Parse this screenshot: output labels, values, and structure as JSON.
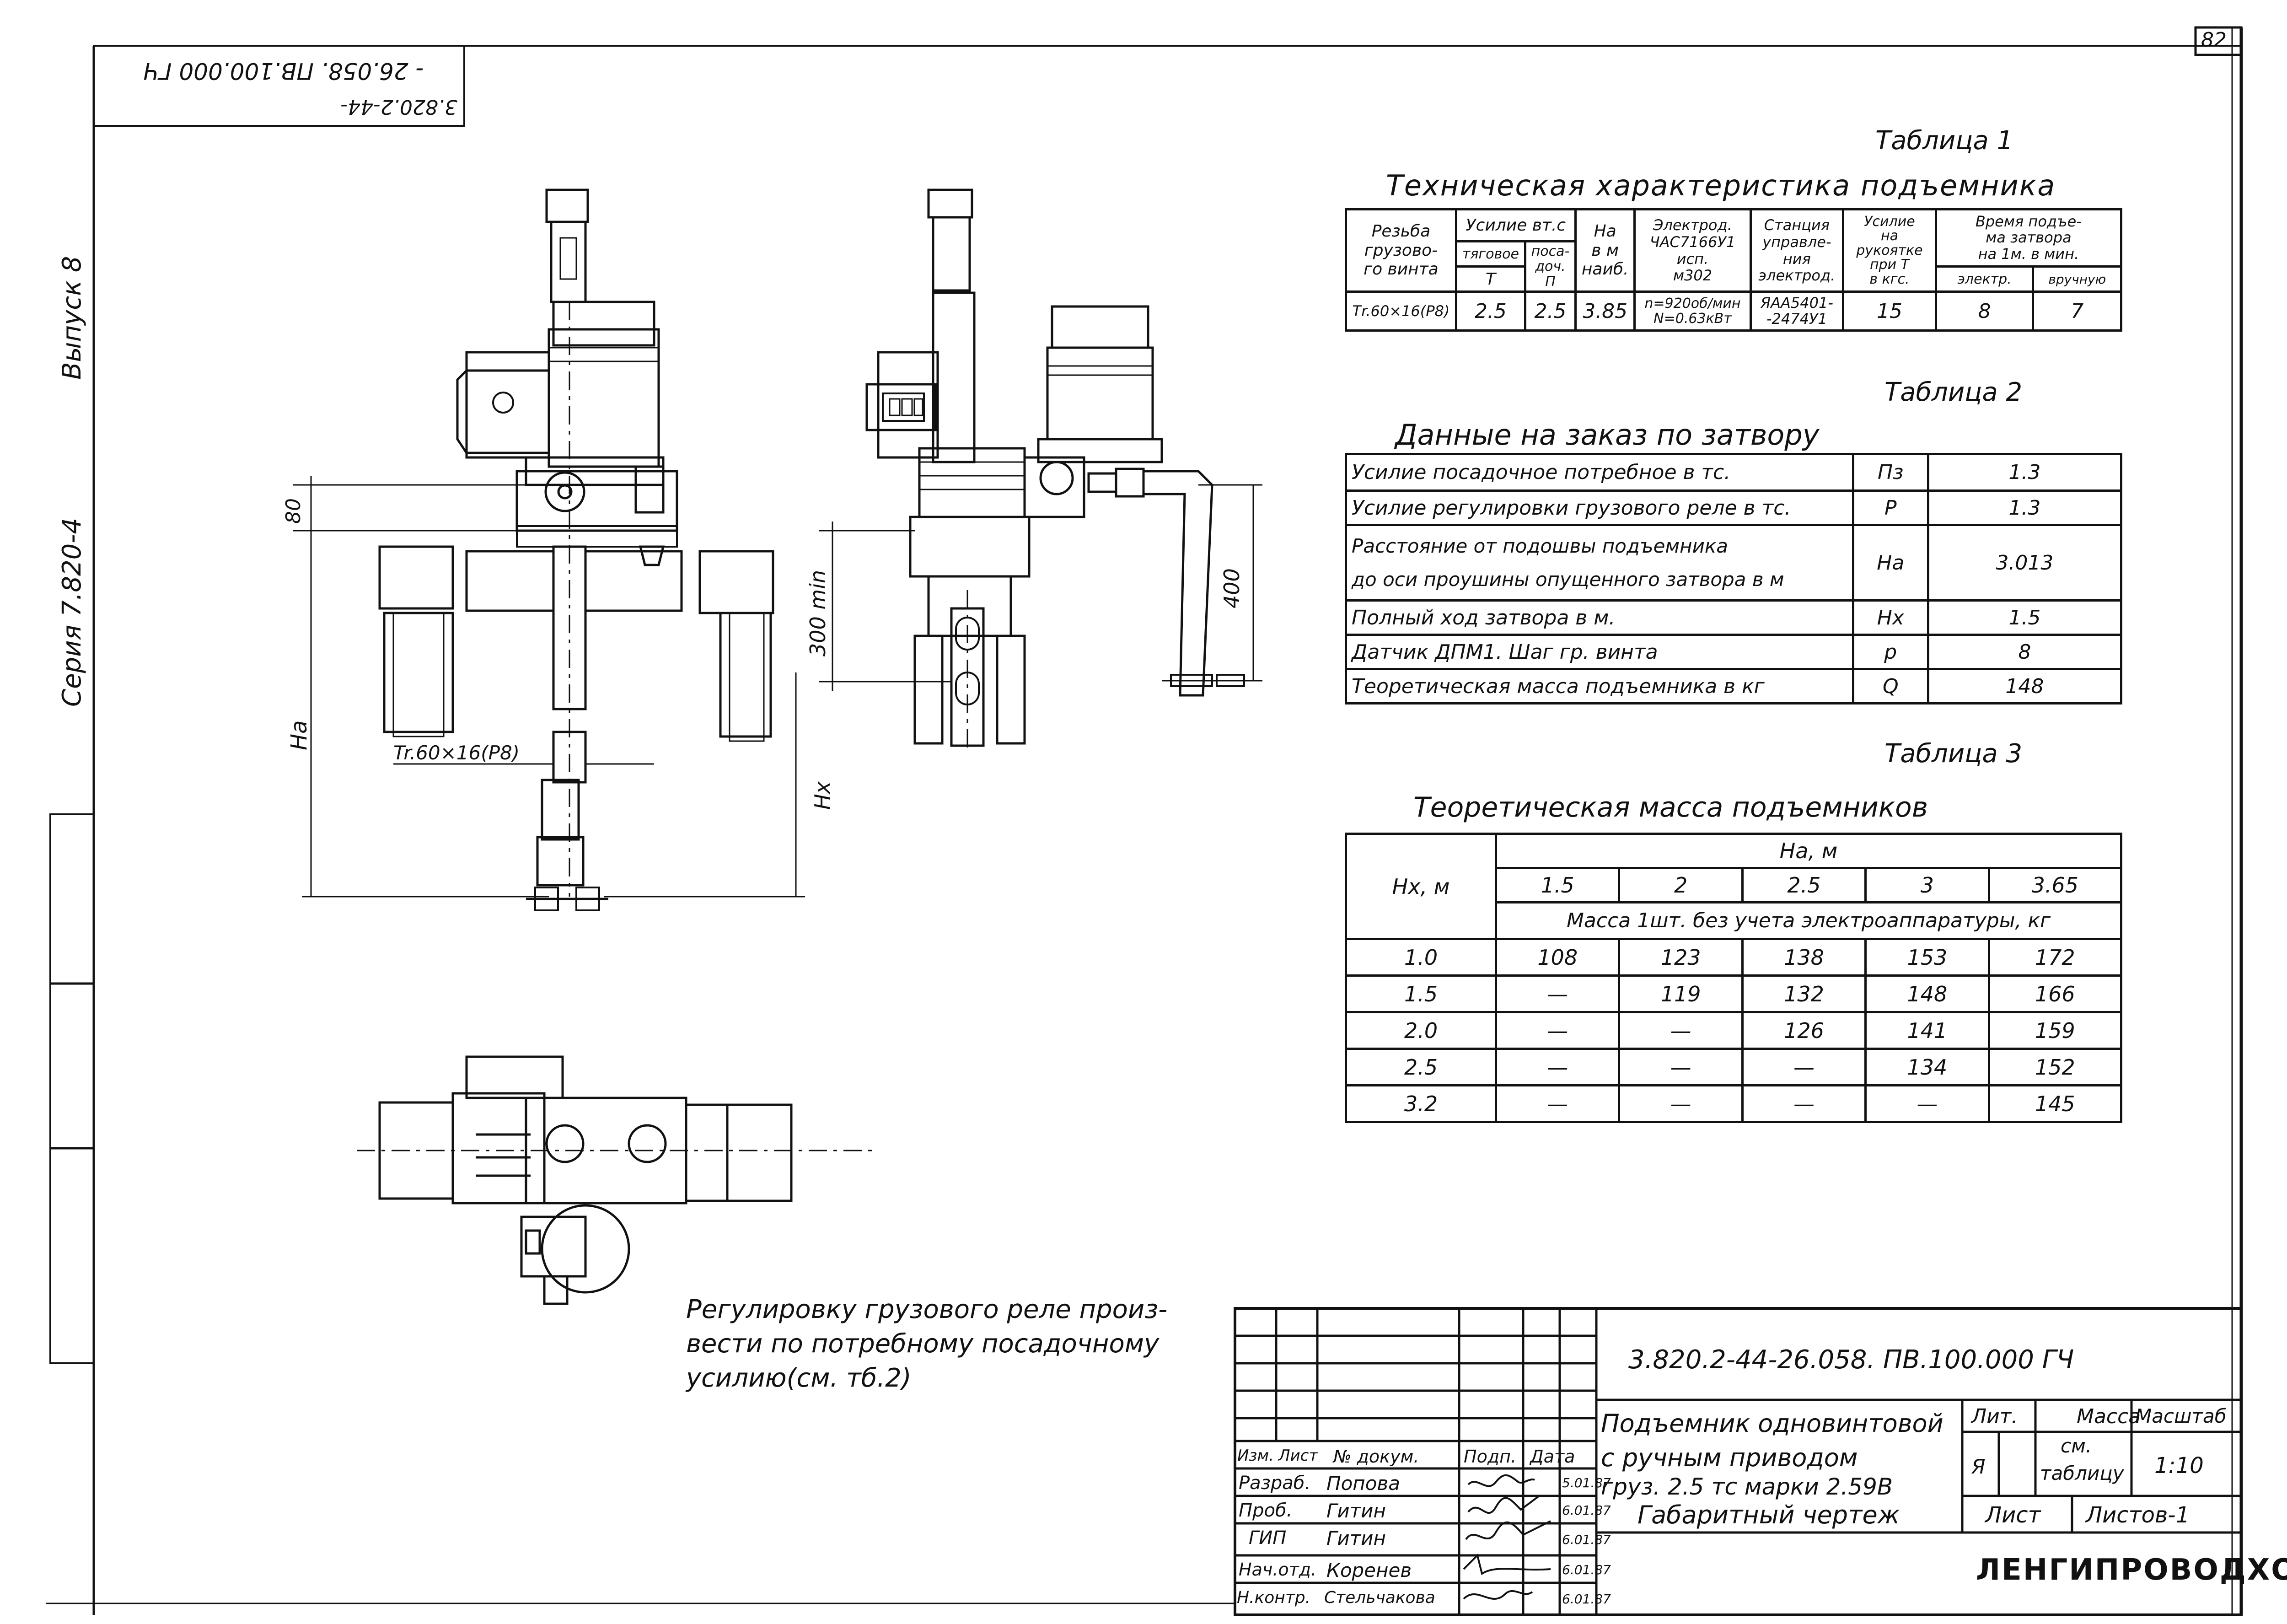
{
  "sheet": {
    "page_number": "82",
    "top_left_stamp_1": "- 26.058. ПВ.100.000 ГЧ",
    "top_left_stamp_2": "3.820.2-44-",
    "side_issue": "Выпуск 8",
    "side_series": "Серия 7.820-4"
  },
  "drawing": {
    "dim_80": "80",
    "dim_ha": "Ha",
    "dim_thread": "Tr.60×16(P8)",
    "dim_300": "300 min",
    "dim_400": "400",
    "dim_hx": "Hx",
    "note_1": "Регулировку грузового реле произ-",
    "note_2": "вести по потребному посадочному",
    "note_3": "усилию(см. тб.2)"
  },
  "table1": {
    "label": "Таблица 1",
    "title": "Техническая характеристика подъемника",
    "h_thread": [
      "Резьба",
      "грузово-",
      "го винта"
    ],
    "h_force": "Усилие вт.с",
    "h_tension": "тяговое",
    "h_tension_sym": "Т",
    "h_landing": [
      "поса-",
      "доч."
    ],
    "h_landing_sym": "П",
    "h_ha": [
      "Ha",
      "в м",
      "наиб."
    ],
    "h_motor": [
      "Электрод.",
      "ЧАС7166У1",
      "исп.",
      "м302"
    ],
    "h_station": [
      "Станция",
      "управле-",
      "ния",
      "электрод."
    ],
    "h_handle": [
      "Усилие",
      "на",
      "рукоятке",
      "при Т",
      "в кгс."
    ],
    "h_time": [
      "Время подъе-",
      "ма затвора",
      "на 1м. в мин."
    ],
    "h_time_elec": "электр.",
    "h_time_manual": "вручную",
    "row": {
      "thread": "Тr.60×16(Р8)",
      "tension": "2.5",
      "landing": "2.5",
      "ha": "3.85",
      "motor": [
        "n=920об/мин",
        "N=0.63кВт"
      ],
      "station": [
        "ЯАА5401-",
        "-2474У1"
      ],
      "handle": "15",
      "time_elec": "8",
      "time_manual": "7"
    }
  },
  "table2": {
    "label": "Таблица 2",
    "title": "Данные на заказ по затвору",
    "rows": [
      {
        "name": "Усилие посадочное потребное в тс.",
        "sym": "Пз",
        "val": "1.3"
      },
      {
        "name": "Усилие регулировки грузового реле в тс.",
        "sym": "Р",
        "val": "1.3"
      },
      {
        "name": "Расстояние от подошвы подъемника до оси проушины опущенного затвора в м",
        "sym": "Ha",
        "val": "3.013"
      },
      {
        "name": "Полный ход затвора в м.",
        "sym": "Hx",
        "val": "1.5"
      },
      {
        "name": "Датчик ДПМ1. Шаг гр. винта",
        "sym": "p",
        "val": "8"
      },
      {
        "name": "Теоретическая масса подъемника в кг",
        "sym": "Q",
        "val": "148"
      }
    ],
    "row3_line1": "Расстояние от подошвы подъемника",
    "row3_line2": "до оси проушины опущенного затвора в м"
  },
  "table3": {
    "label": "Таблица 3",
    "title": "Теоретическая масса подъемников",
    "h_hx": "Hx, м",
    "h_ha": "Ha, м",
    "ha_values": [
      "1.5",
      "2",
      "2.5",
      "3",
      "3.65"
    ],
    "mass_caption": "Масса 1шт. без учета электроаппаратуры, кг",
    "rows": [
      {
        "hx": "1.0",
        "v": [
          "108",
          "123",
          "138",
          "153",
          "172"
        ]
      },
      {
        "hx": "1.5",
        "v": [
          "—",
          "119",
          "132",
          "148",
          "166"
        ]
      },
      {
        "hx": "2.0",
        "v": [
          "—",
          "—",
          "126",
          "141",
          "159"
        ]
      },
      {
        "hx": "2.5",
        "v": [
          "—",
          "—",
          "—",
          "134",
          "152"
        ]
      },
      {
        "hx": "3.2",
        "v": [
          "—",
          "—",
          "—",
          "—",
          "145"
        ]
      }
    ]
  },
  "title_block": {
    "code": "3.820.2-44-26.058. ПВ.100.000 ГЧ",
    "h_izm": "Изм.",
    "h_list": "Лист",
    "h_doc": "№ докум.",
    "h_sign": "Подп.",
    "h_date": "Дата",
    "people": [
      {
        "role": "Разраб.",
        "name": "Попова",
        "date": "5.01.87"
      },
      {
        "role": "Проб.",
        "name": "Гитин",
        "date": "6.01.87"
      },
      {
        "role": "ГИП",
        "name": "Гитин",
        "date": "6.01.87"
      },
      {
        "role": "Нач.отд.",
        "name": "Коренев",
        "date": "6.01.87"
      },
      {
        "role": "Н.контр.",
        "name": "Стельчакова",
        "date": "6.01.87"
      }
    ],
    "name_1": "Подъемник одновинтовой",
    "name_2": "с ручным приводом",
    "name_3": "груз. 2.5 тс марки 2.59В",
    "name_4": "Габаритный чертеж",
    "lit": "Лит.",
    "mass": "Масса",
    "scale": "Масштаб",
    "lit_value": "Я",
    "mass_value": [
      "см.",
      "таблицу"
    ],
    "scale_value": "1:10",
    "sheet_label": "Лист",
    "sheets_label": "Листов-1",
    "org": "ЛЕНГИПРОВОДХОЗ"
  },
  "colors": {
    "ink": "#111111",
    "paper": "#ffffff"
  }
}
